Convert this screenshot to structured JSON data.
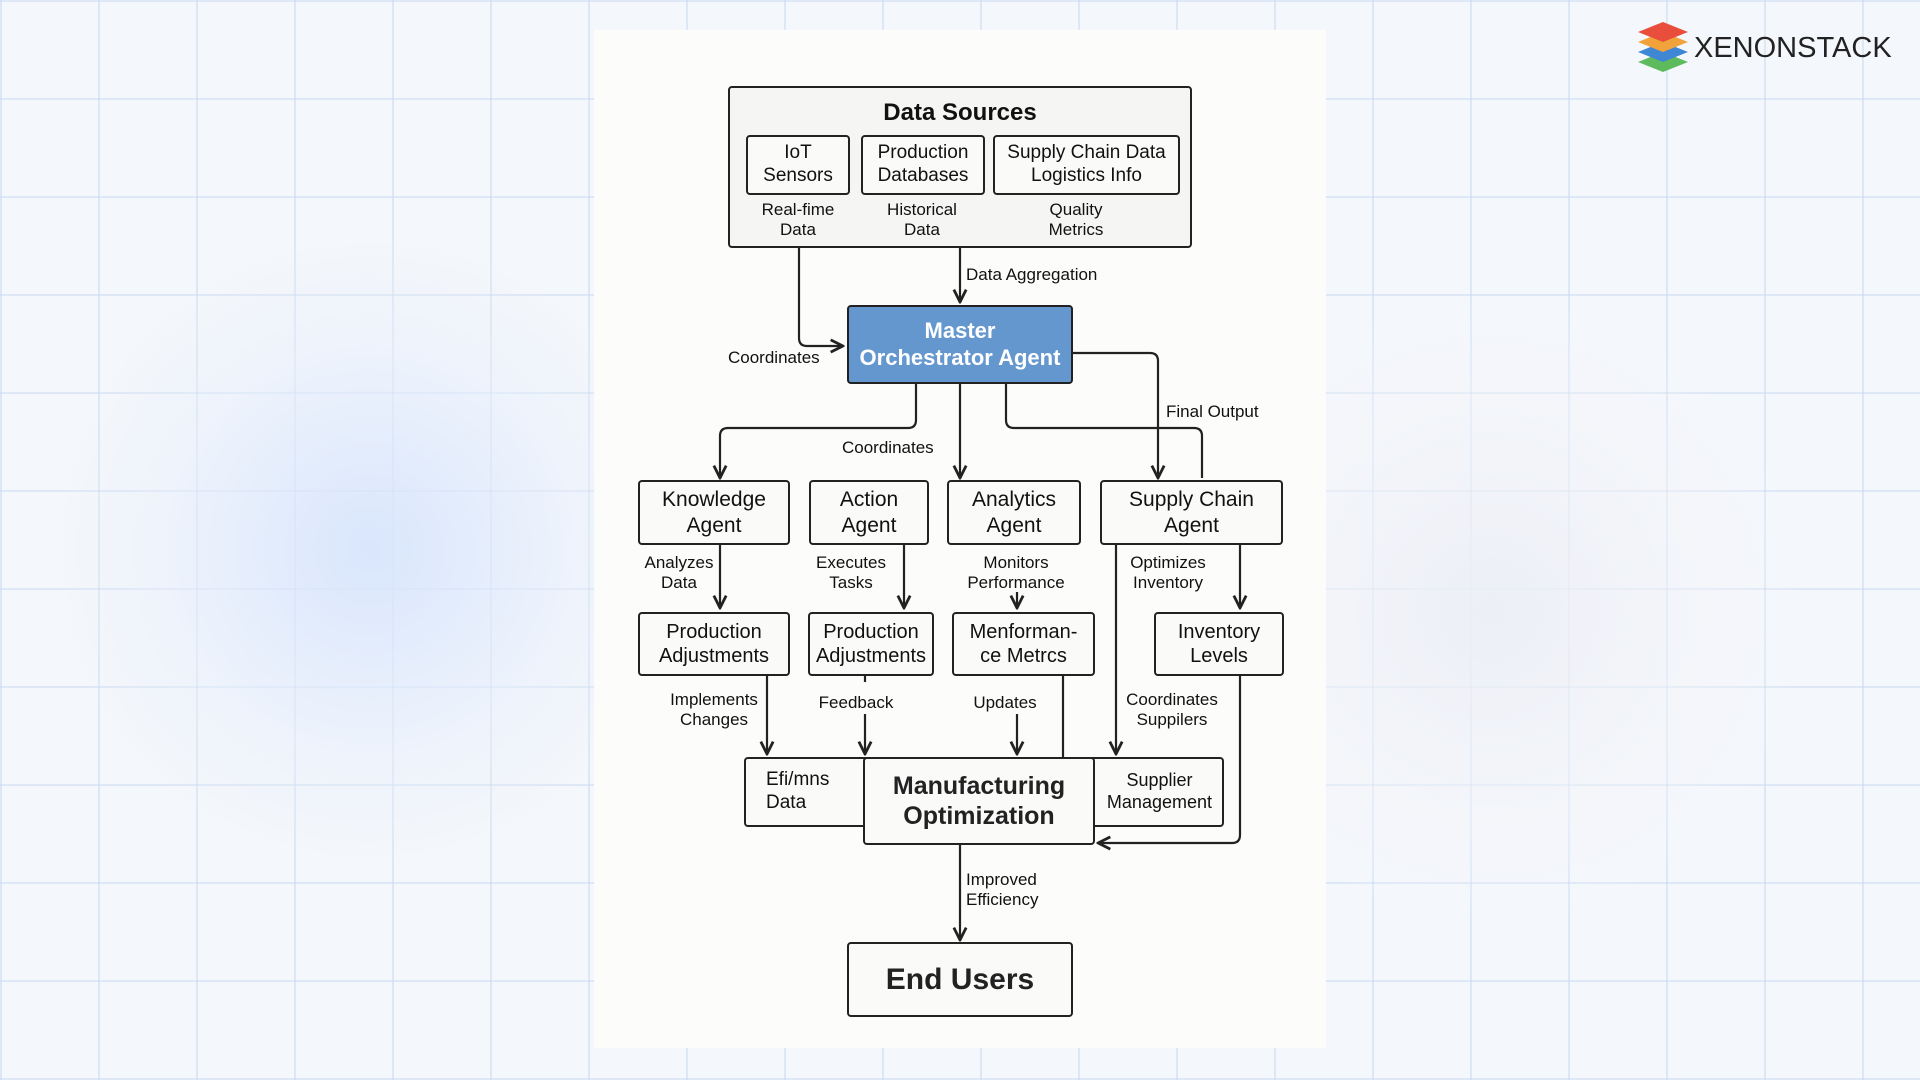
{
  "brand": {
    "name": "XENONSTACK",
    "logo_icon": "layered-stack-icon",
    "colors": [
      "#e94e3c",
      "#f2a23a",
      "#3f86d4",
      "#5dbb5d"
    ]
  },
  "colors": {
    "orchestrator_fill": "#6597cf",
    "line": "#222222",
    "node_fill": "#fafaf9",
    "panel_fill": "#fcfcfb"
  },
  "data_sources": {
    "title": "Data Sources",
    "items": [
      {
        "label": "IoT\nSensors",
        "sublabel": "Real-fime\nData"
      },
      {
        "label": "Production\nDatabases",
        "sublabel": "Historical\nData"
      },
      {
        "label": "Supply Chain Data\nLogistics Info",
        "sublabel": "Quality\nMetrics"
      }
    ]
  },
  "orchestrator": {
    "label": "Master\nOrchestrator Agent"
  },
  "agents": [
    {
      "label": "Knowledge\nAgent",
      "action": "Analyzes\nData",
      "output": "Production\nAdjustments",
      "result": "Implements\nChanges"
    },
    {
      "label": "Action\nAgent",
      "action": "Executes\nTasks",
      "output": "Production\nAdjustments",
      "result": "Feedback"
    },
    {
      "label": "Analytics\nAgent",
      "action": "Monitors\nPerformance",
      "output": "Menforman-\nce Metrcs",
      "result": "Updates"
    },
    {
      "label": "Supply Chain\nAgent",
      "action": "Optimizes\nInventory",
      "output": "Inventory\nLevels",
      "result": "Coordinates\nSuppilers"
    }
  ],
  "edge_labels": {
    "data_aggregation": "Data Aggregation",
    "coordinates_left": "Coordinates",
    "coordinates_mid": "Coordinates",
    "final_output": "Final Output",
    "improved_efficiency": "Improved\nEfficiency"
  },
  "optimization": {
    "left": "Efi/mns\nData",
    "main": "Manufacturing\nOptimization",
    "right": "Supplier\nManagement"
  },
  "end_users": {
    "label": "End Users"
  }
}
